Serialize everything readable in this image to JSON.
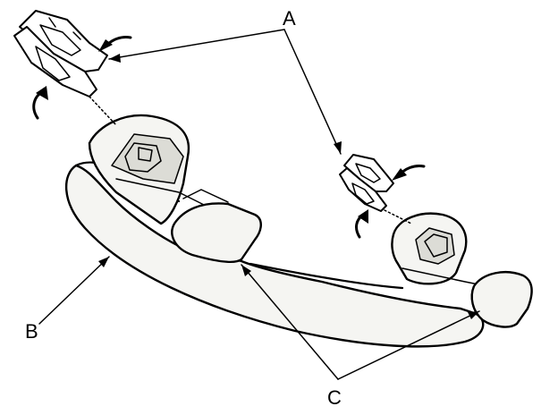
{
  "callouts": {
    "a": "A",
    "b": "B",
    "c": "C"
  },
  "icons": {
    "rotation_arrow": "curved-arrow-icon"
  }
}
